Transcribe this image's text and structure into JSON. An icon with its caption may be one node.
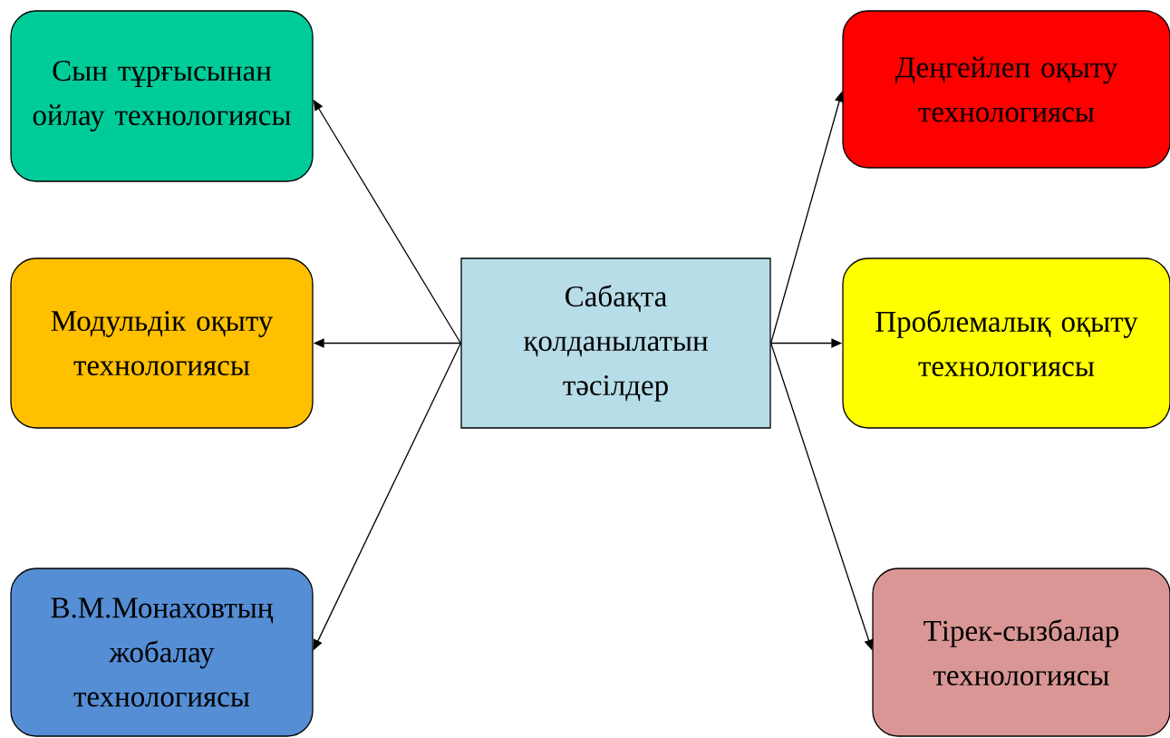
{
  "diagram": {
    "nodes": [
      {
        "text": [
          "Сын тұрғысынан ойлау технологиясы"
        ]
      },
      {
        "text": [
          "Деңгейлеп оқыту технологиясы"
        ]
      },
      {
        "text": [
          "Модульдік оқыту технологиясы"
        ]
      },
      {
        "text": [
          "Сабақта қолданылатын тәсілдер"
        ]
      },
      {
        "text": [
          "Проблемалық оқыту технологиясы"
        ]
      },
      {
        "text": [
          "В.М.Монаховтың жобалау технологиясы"
        ]
      },
      {
        "text": [
          "Тірек-сызбалар технологиясы"
        ]
      }
    ],
    "edges": [
      {
        "from": 3,
        "to": 0,
        "arrow": "to"
      },
      {
        "from": 3,
        "to": 2,
        "arrow": "to"
      },
      {
        "from": 3,
        "to": 5,
        "arrow": "to"
      },
      {
        "from": 3,
        "to": 1,
        "arrow": "to"
      },
      {
        "from": 3,
        "to": 4,
        "arrow": "to"
      },
      {
        "from": 3,
        "to": 6,
        "arrow": "to"
      }
    ]
  }
}
